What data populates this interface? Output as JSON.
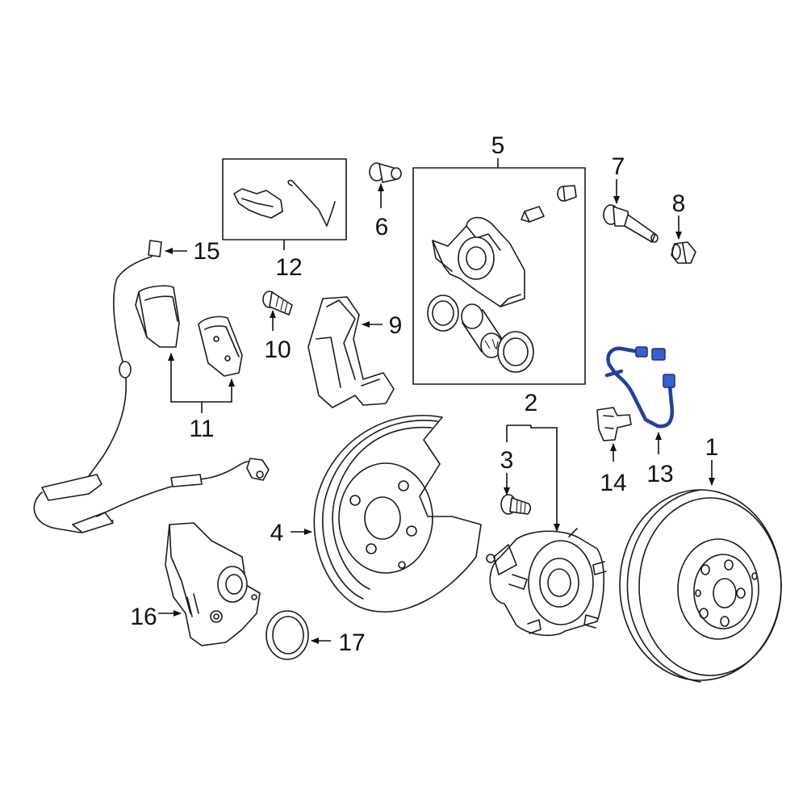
{
  "diagram": {
    "highlight_color": "#2a4fbf",
    "line_color": "#1a1a1a",
    "callouts": [
      "1",
      "2",
      "3",
      "4",
      "5",
      "6",
      "7",
      "8",
      "9",
      "10",
      "11",
      "12",
      "13",
      "14",
      "15",
      "16",
      "17"
    ]
  }
}
